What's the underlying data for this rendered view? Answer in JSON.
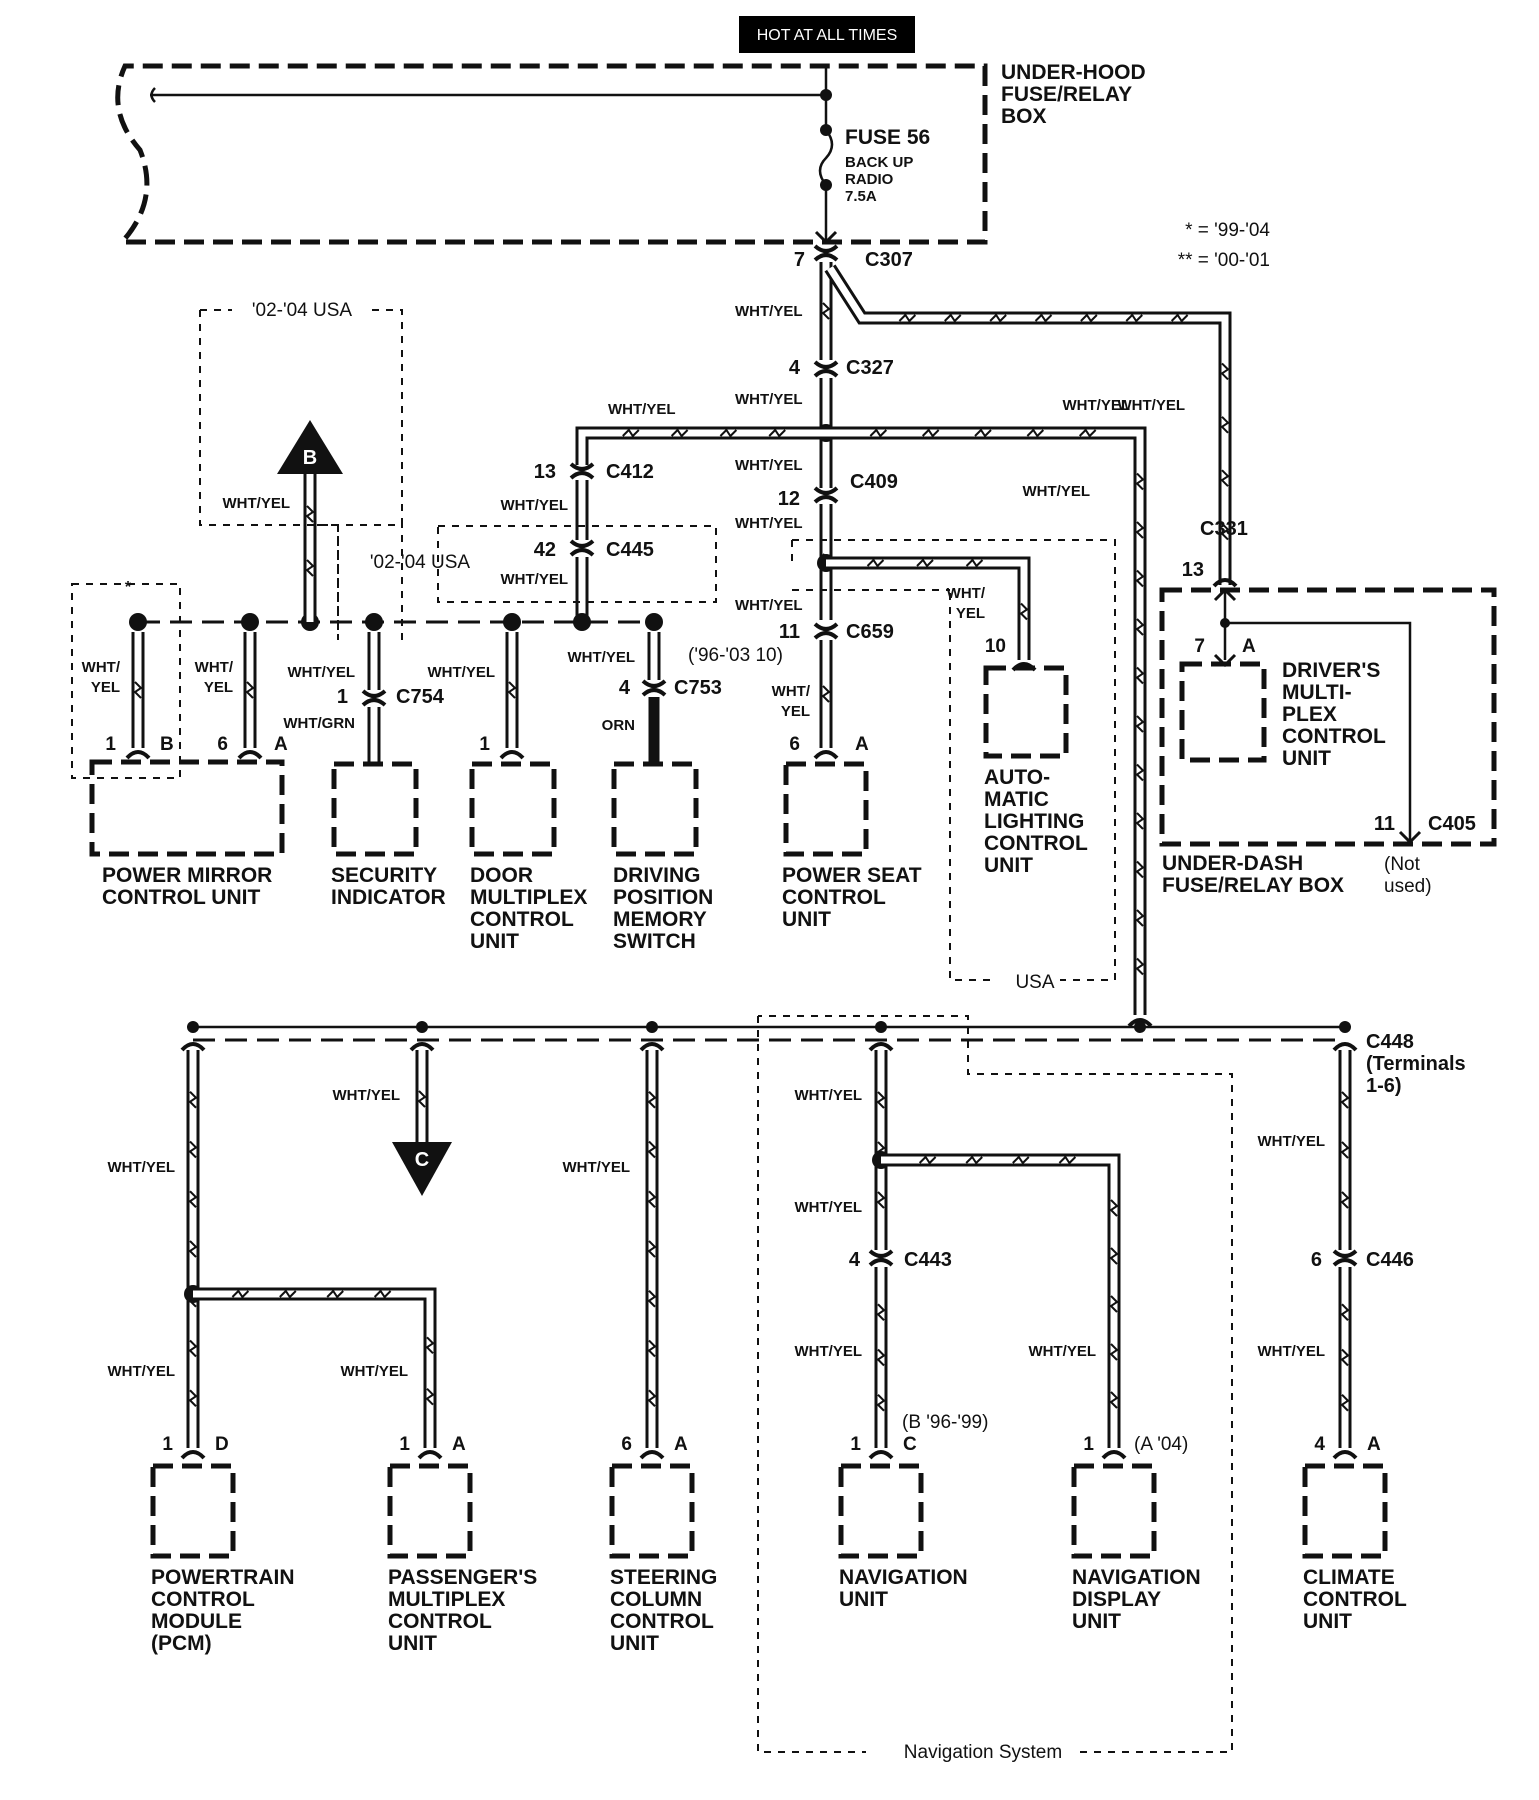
{
  "header": {
    "hot_label": "HOT AT ALL TIMES"
  },
  "legend": {
    "single_star": "* = '99-'04",
    "double_star": "** = '00-'01"
  },
  "underhood_box": {
    "label_lines": [
      "UNDER-HOOD",
      "FUSE/RELAY",
      "BOX"
    ],
    "fuse": {
      "name": "FUSE 56",
      "desc_lines": [
        "BACK UP",
        "RADIO",
        "7.5A"
      ]
    }
  },
  "underdash_box": {
    "label_lines": [
      "UNDER-DASH",
      "FUSE/RELAY BOX"
    ],
    "c405_note_lines": [
      "(Not",
      "used)"
    ]
  },
  "region_labels": {
    "usa_02_04_top": "'02-'04 USA",
    "usa_02_04_mid": "'02-'04 USA",
    "usa": "USA",
    "nav_system": "Navigation System",
    "star_box": "*"
  },
  "offpage": {
    "B": "B",
    "C": "C"
  },
  "wire_colors": {
    "wht_yel": "WHT/YEL",
    "wht": "WHT/",
    "yel": "YEL",
    "wht_grn": "WHT/GRN",
    "orn": "ORN"
  },
  "connectors": [
    {
      "id": "C307",
      "pin": "7"
    },
    {
      "id": "C327",
      "pin": "4"
    },
    {
      "id": "C409",
      "pin": "12"
    },
    {
      "id": "C412",
      "pin": "13"
    },
    {
      "id": "C445",
      "pin": "42"
    },
    {
      "id": "C659",
      "pin": "11"
    },
    {
      "id": "C754",
      "pin": "1"
    },
    {
      "id": "C753",
      "pin": "4"
    },
    {
      "id": "C331",
      "pin": "13"
    },
    {
      "id": "C405",
      "pin": "11"
    },
    {
      "id": "C443",
      "pin": "4"
    },
    {
      "id": "C446",
      "pin": "6"
    },
    {
      "id": "C448",
      "pin": ""
    }
  ],
  "connector_notes": {
    "c659_alt": "('96-'03 10)",
    "c448_lines": [
      "C448",
      "(Terminals",
      "1-6)"
    ],
    "nav_unit_alt": "(B '96-'99)",
    "nav_display_alt": "(A '04)"
  },
  "components": [
    {
      "key": "power_mirror",
      "name_lines": [
        "POWER MIRROR",
        "CONTROL UNIT"
      ],
      "pins": [
        {
          "num": "1",
          "conn": "B"
        },
        {
          "num": "6",
          "conn": "A"
        }
      ]
    },
    {
      "key": "security_indicator",
      "name_lines": [
        "SECURITY",
        "INDICATOR"
      ],
      "pins": []
    },
    {
      "key": "door_multiplex",
      "name_lines": [
        "DOOR",
        "MULTIPLEX",
        "CONTROL",
        "UNIT"
      ],
      "pins": [
        {
          "num": "1",
          "conn": ""
        }
      ]
    },
    {
      "key": "driving_position_memory",
      "name_lines": [
        "DRIVING",
        "POSITION",
        "MEMORY",
        "SWITCH"
      ],
      "pins": []
    },
    {
      "key": "power_seat",
      "name_lines": [
        "POWER SEAT",
        "CONTROL",
        "UNIT"
      ],
      "pins": [
        {
          "num": "6",
          "conn": "A"
        }
      ]
    },
    {
      "key": "auto_lighting",
      "name_lines": [
        "AUTO-",
        "MATIC",
        "LIGHTING",
        "CONTROL",
        "UNIT"
      ],
      "pins": [
        {
          "num": "10",
          "conn": ""
        }
      ]
    },
    {
      "key": "drivers_multiplex",
      "name_lines": [
        "DRIVER'S",
        "MULTI-",
        "PLEX",
        "CONTROL",
        "UNIT"
      ],
      "pins": [
        {
          "num": "7",
          "conn": "A"
        }
      ]
    },
    {
      "key": "pcm",
      "name_lines": [
        "POWERTRAIN",
        "CONTROL",
        "MODULE",
        "(PCM)"
      ],
      "pins": [
        {
          "num": "1",
          "conn": "D"
        }
      ]
    },
    {
      "key": "passengers_multiplex",
      "name_lines": [
        "PASSENGER'S",
        "MULTIPLEX",
        "CONTROL",
        "UNIT"
      ],
      "pins": [
        {
          "num": "1",
          "conn": "A"
        }
      ]
    },
    {
      "key": "steering_column",
      "name_lines": [
        "STEERING",
        "COLUMN",
        "CONTROL",
        "UNIT"
      ],
      "pins": [
        {
          "num": "6",
          "conn": "A"
        }
      ]
    },
    {
      "key": "navigation_unit",
      "name_lines": [
        "NAVIGATION",
        "UNIT"
      ],
      "pins": [
        {
          "num": "1",
          "conn": "C"
        }
      ]
    },
    {
      "key": "navigation_display",
      "name_lines": [
        "NAVIGATION",
        "DISPLAY",
        "UNIT"
      ],
      "pins": [
        {
          "num": "1",
          "conn": ""
        }
      ]
    },
    {
      "key": "climate_control",
      "name_lines": [
        "CLIMATE",
        "CONTROL",
        "UNIT"
      ],
      "pins": [
        {
          "num": "4",
          "conn": "A"
        }
      ]
    }
  ]
}
